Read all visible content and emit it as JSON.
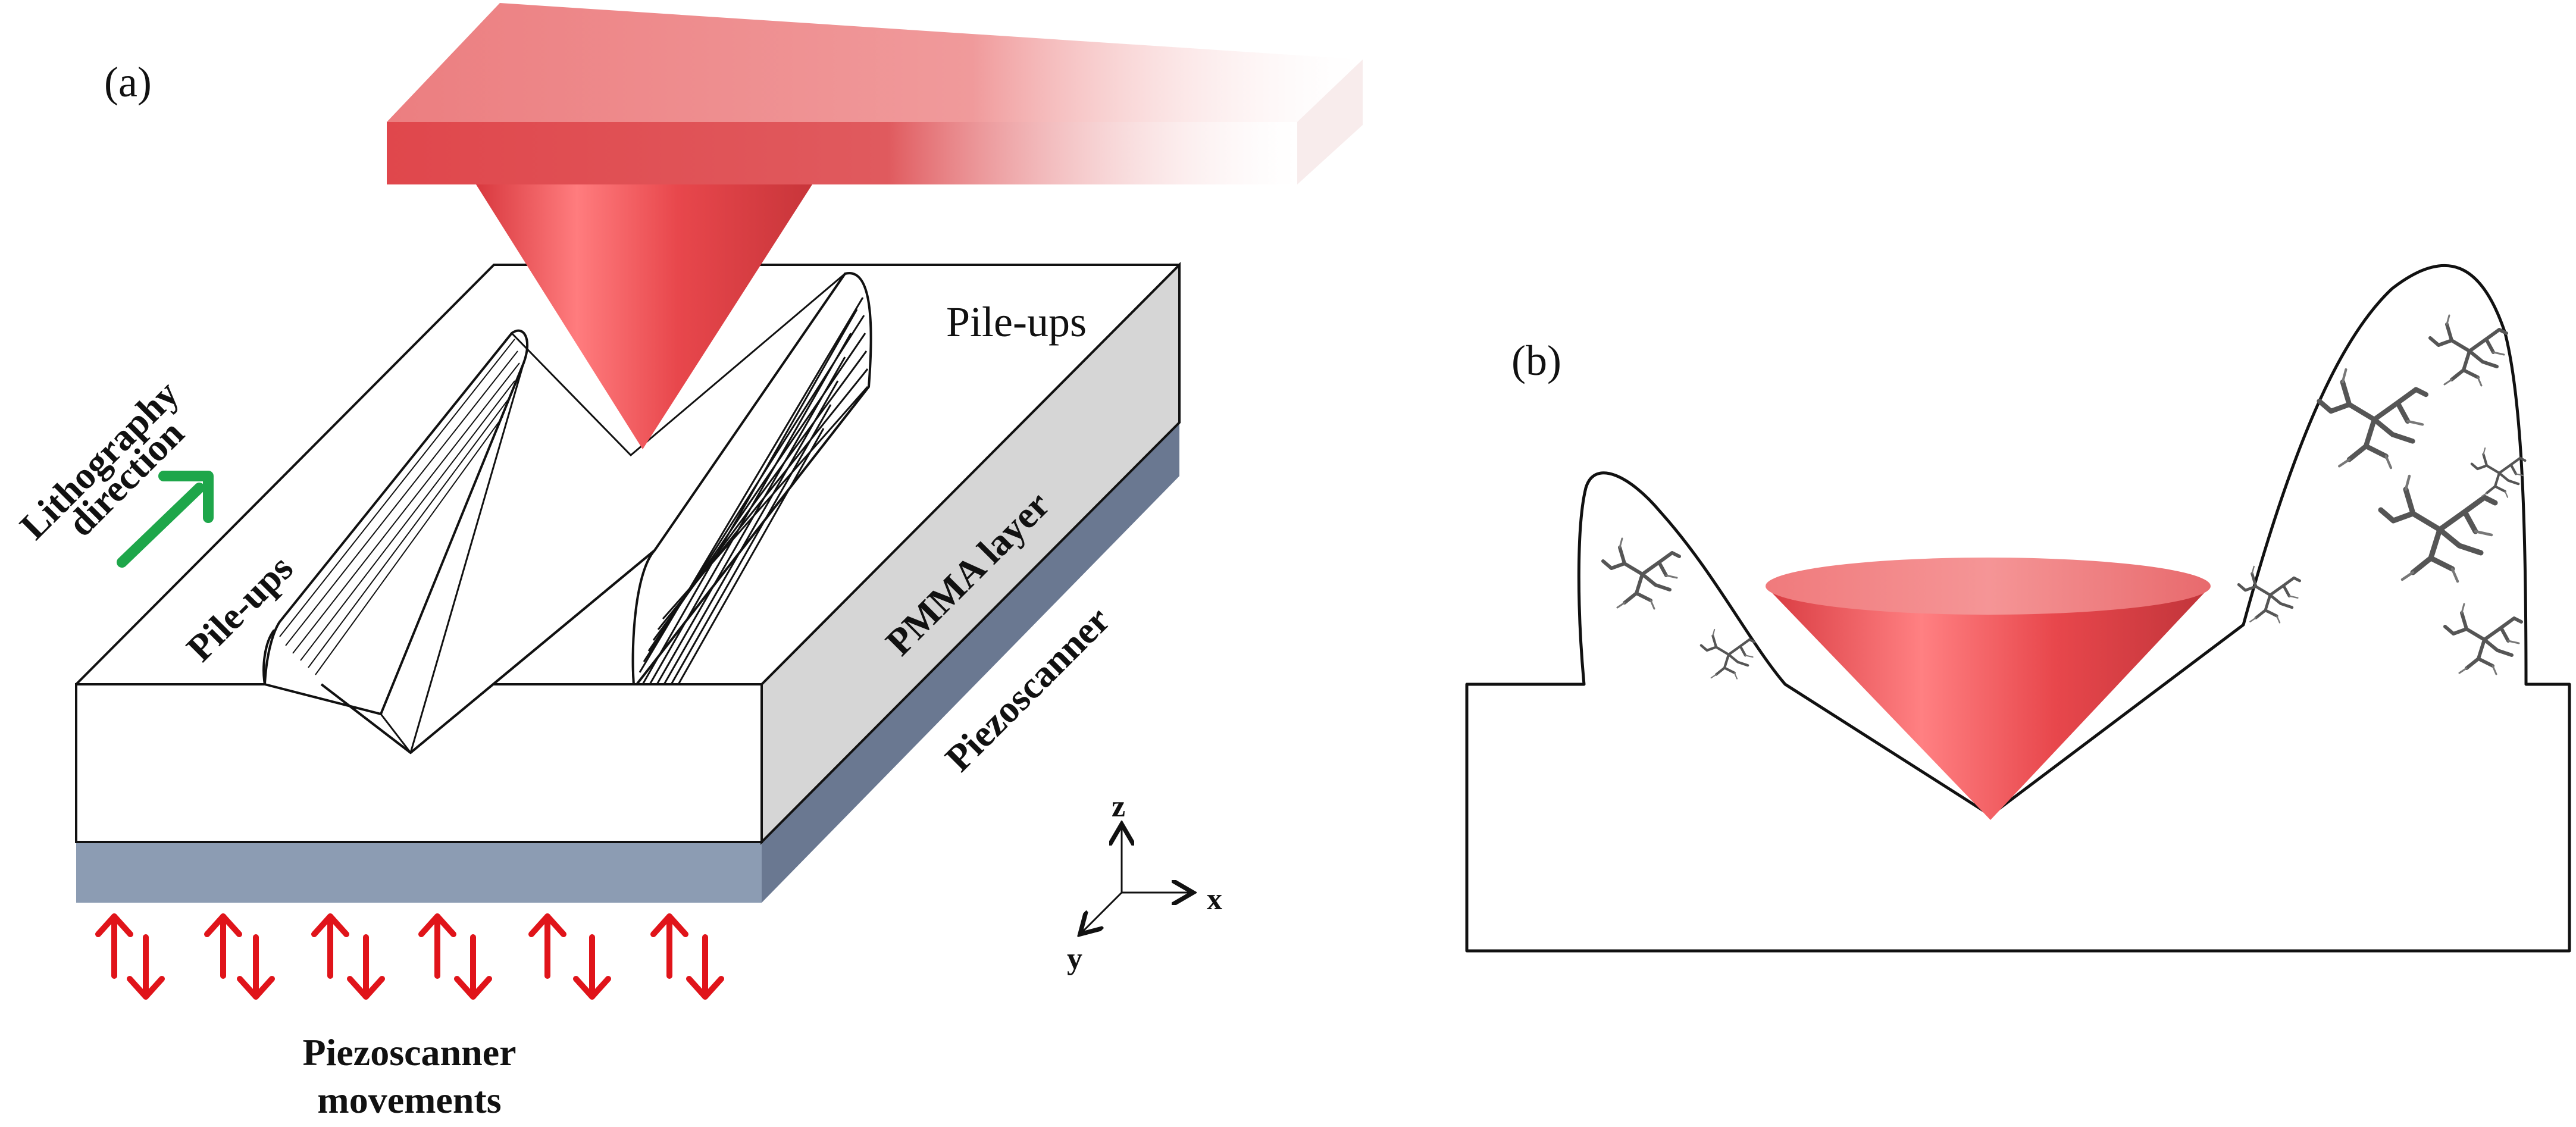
{
  "panel_a": {
    "label": "(a)",
    "pileups_top": "Pile-ups",
    "pileups_left": "Pile-ups",
    "lithography": [
      "Lithography",
      "direction"
    ],
    "pmma": "PMMA layer",
    "piezo": "Piezoscanner",
    "movements": [
      "Piezoscanner",
      "movements"
    ],
    "axes": {
      "z": "z",
      "x": "x",
      "y": "y"
    }
  },
  "panel_b": {
    "label": "(b)"
  },
  "colors": {
    "laser": "#e05458",
    "cone": "#e8474c",
    "slab_side": "#d4d4d4",
    "piezo": "#8c9cb3",
    "piezo_dark": "#6a7891",
    "arrow_red": "#e0141a",
    "arrow_green": "#1ea64a",
    "crack": "#555555"
  }
}
